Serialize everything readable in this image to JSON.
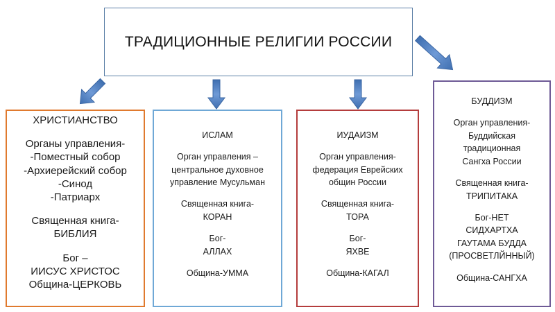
{
  "title": "ТРАДИЦИОННЫЕ РЕЛИГИИ РОССИИ",
  "colors": {
    "title_border": "#5b7fa6",
    "christianity_border": "#e07a2e",
    "islam_border": "#6fa8d6",
    "judaism_border": "#b43c3c",
    "buddhism_border": "#6e5a96",
    "arrow_fill": "#4f7fbf"
  },
  "christianity": {
    "heading": "ХРИСТИАНСТВО",
    "governance_label": "Органы управления-",
    "governance_items": [
      "-Поместный собор",
      "-Архиерейский собор",
      "-Синод",
      "-Патриарх"
    ],
    "book_label": "Священная книга-",
    "book": "БИБЛИЯ",
    "god": "Бог –",
    "god_name": "ИИСУС ХРИСТОС",
    "community": "Община-ЦЕРКОВЬ"
  },
  "islam": {
    "heading": "ИСЛАМ",
    "governance_line1": "Орган управления –",
    "governance_line2": "центральное духовное",
    "governance_line3": "управление Мусульман",
    "book_label": "Священная книга-",
    "book": "КОРАН",
    "god": "Бог-",
    "god_name": "АЛЛАХ",
    "community": "Община-УММА"
  },
  "judaism": {
    "heading": "ИУДАИЗМ",
    "governance_line1": "Орган управления-",
    "governance_line2": "федерация Еврейских",
    "governance_line3": "общин России",
    "book_label": "Священная книга-",
    "book": "ТОРА",
    "god": "Бог-",
    "god_name": "ЯХВЕ",
    "community": "Община-КАГАЛ"
  },
  "buddhism": {
    "heading": "БУДДИЗМ",
    "governance_line1": "Орган управления-",
    "governance_line2": "Буддийская",
    "governance_line3": "традиционная",
    "governance_line4": "Сангха России",
    "book_label": "Священная книга-",
    "book": "ТРИПИТАКА",
    "god_line1": "Бог-НЕТ",
    "god_line2": "СИДХАРТХА",
    "god_line3": "ГАУТАМА БУДДА",
    "god_line4": "(ПРОСВЕТЛЙННЫЙ)",
    "community": "Община-САНГХА"
  }
}
